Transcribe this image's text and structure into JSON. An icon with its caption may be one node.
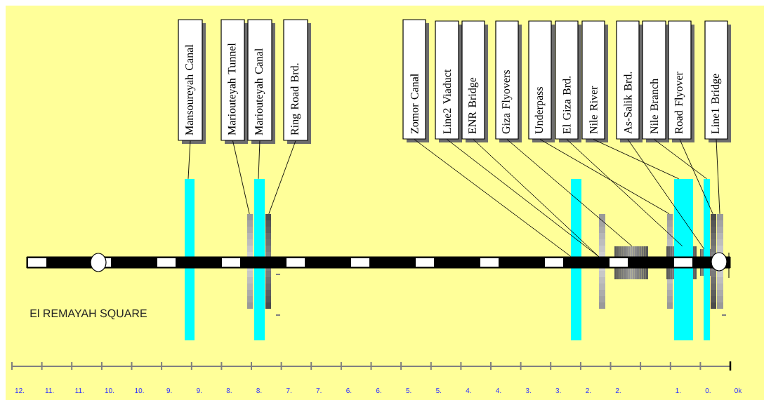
{
  "diagram": {
    "nodes": [
      {
        "text": [
          "Mansoureyah Canal"
        ]
      },
      {
        "text": [
          "Mariouteyah Tunnel"
        ]
      },
      {
        "text": [
          "Mariouteyah Canal"
        ]
      },
      {
        "text": [
          "Ring Road Brd."
        ]
      },
      {
        "text": [
          "Zomor Canal"
        ]
      },
      {
        "text": [
          "Line2 Viaduct"
        ]
      },
      {
        "text": [
          "ENR Bridge"
        ]
      },
      {
        "text": [
          "Giza Flyovers"
        ]
      },
      {
        "text": [
          "Underpass"
        ]
      },
      {
        "text": [
          "El Giza Brd."
        ]
      },
      {
        "text": [
          "Nile River"
        ]
      },
      {
        "text": [
          "As-Salik Brd."
        ]
      },
      {
        "text": [
          "Nile Branch"
        ]
      },
      {
        "text": [
          "Road Flyover"
        ]
      },
      {
        "text": [
          "Line1 Bridge"
        ]
      },
      {
        "text": [],
        "shape": "bar"
      },
      {
        "text": [],
        "shape": "bar"
      },
      {
        "text": [],
        "shape": "bar"
      },
      {
        "text": [],
        "shape": "bar"
      },
      {
        "text": [],
        "shape": "bar"
      },
      {
        "text": [],
        "shape": "bar"
      },
      {
        "text": [],
        "shape": "box"
      },
      {
        "text": [],
        "shape": "bar"
      },
      {
        "text": [],
        "shape": "box"
      },
      {
        "text": [],
        "shape": "bar"
      },
      {
        "text": [],
        "shape": "box"
      },
      {
        "text": [],
        "shape": "bar"
      },
      {
        "text": [],
        "shape": "bar"
      },
      {
        "text": [],
        "shape": "bar"
      }
    ],
    "edges": [
      {
        "from": 0,
        "to": 15,
        "arrow": "none"
      },
      {
        "from": 1,
        "to": 16,
        "arrow": "none"
      },
      {
        "from": 2,
        "to": 17,
        "arrow": "none"
      },
      {
        "from": 3,
        "to": 18,
        "arrow": "none"
      },
      {
        "from": 4,
        "to": 19,
        "arrow": "none"
      },
      {
        "from": 5,
        "to": 20,
        "arrow": "none"
      },
      {
        "from": 6,
        "to": 20,
        "arrow": "none"
      },
      {
        "from": 7,
        "to": 21,
        "arrow": "none"
      },
      {
        "from": 8,
        "to": 22,
        "arrow": "none"
      },
      {
        "from": 9,
        "to": 23,
        "arrow": "none"
      },
      {
        "from": 10,
        "to": 24,
        "arrow": "none"
      },
      {
        "from": 11,
        "to": 25,
        "arrow": "none"
      },
      {
        "from": 12,
        "to": 26,
        "arrow": "none"
      },
      {
        "from": 13,
        "to": 27,
        "arrow": "none"
      },
      {
        "from": 14,
        "to": 28,
        "arrow": "none"
      }
    ],
    "labels": [
      "El REMAYAH SQUARE",
      "12.",
      "11.",
      "11.",
      "10.",
      "10.",
      "9.",
      "9.",
      "8.",
      "8.",
      "7.",
      "7.",
      "6.",
      "6.",
      "5.",
      "5.",
      "4.",
      "4.",
      "3.",
      "3.",
      "2.",
      "2.",
      "1.",
      "0.",
      "0k"
    ]
  }
}
